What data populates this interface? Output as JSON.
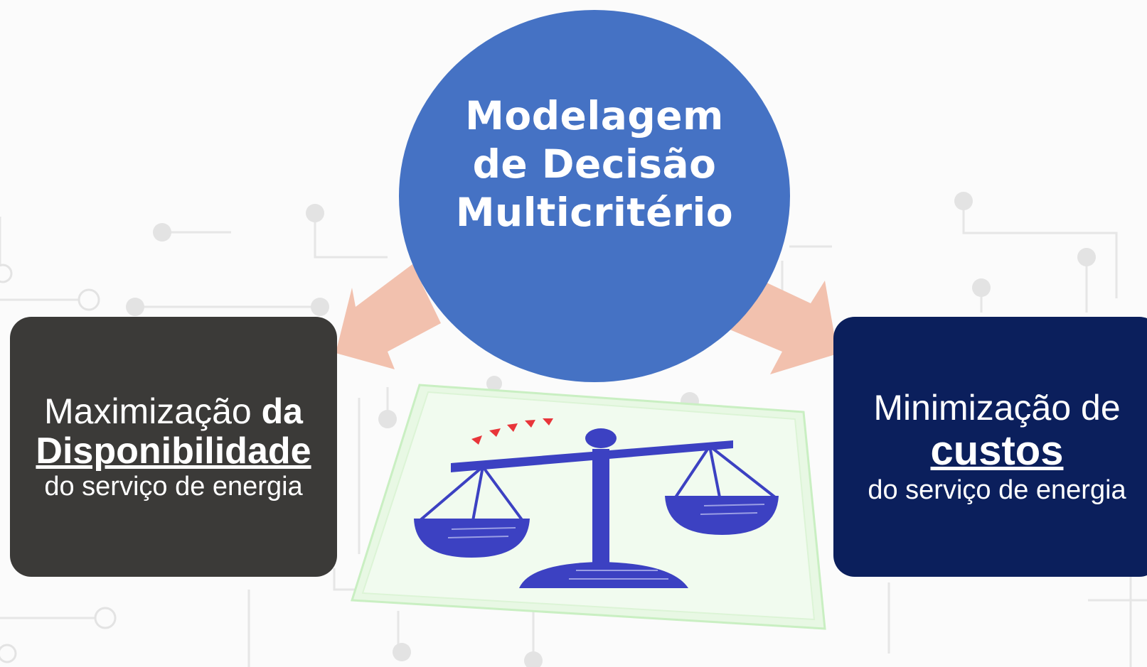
{
  "center": {
    "title_lines": [
      "Modelagem",
      "de Decisão",
      "Multicritério"
    ],
    "color": "#4572c4"
  },
  "left_box": {
    "line1_regular": "Maximização",
    "line1_bold": "da",
    "line2": "Disponibilidade",
    "line3": "do serviço de energia",
    "color": "#3b3a38"
  },
  "right_box": {
    "line1": "Minimização de",
    "line2": "custos",
    "line3": "do serviço de energia",
    "color": "#0b1f5c"
  },
  "arrow_color": "#f2c1ae",
  "icons": {
    "balance": "balance-scale-icon",
    "background": "circuit-pattern"
  }
}
